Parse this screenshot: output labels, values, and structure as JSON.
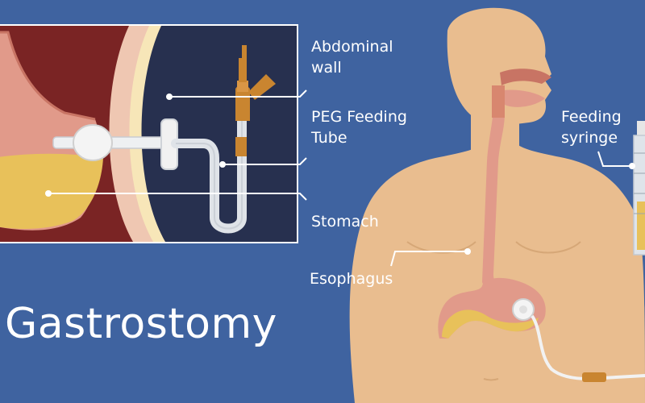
{
  "title": "Gastrostomy",
  "labels": {
    "abdominal_wall": [
      "Abdominal",
      "wall"
    ],
    "peg_tube": [
      "PEG Feeding",
      "Tube"
    ],
    "stomach": "Stomach",
    "esophagus": "Esophagus",
    "feeding_syringe": [
      "Feeding",
      "syringe"
    ]
  },
  "colors": {
    "background": "#3f63a0",
    "skin": "#e9bd8f",
    "stomach_wall": "#e19a8a",
    "stomach_content": "#e8c15a",
    "tube": "#c98530",
    "inset_dark": "#27304f",
    "inset_tissue": "#7a2424"
  }
}
